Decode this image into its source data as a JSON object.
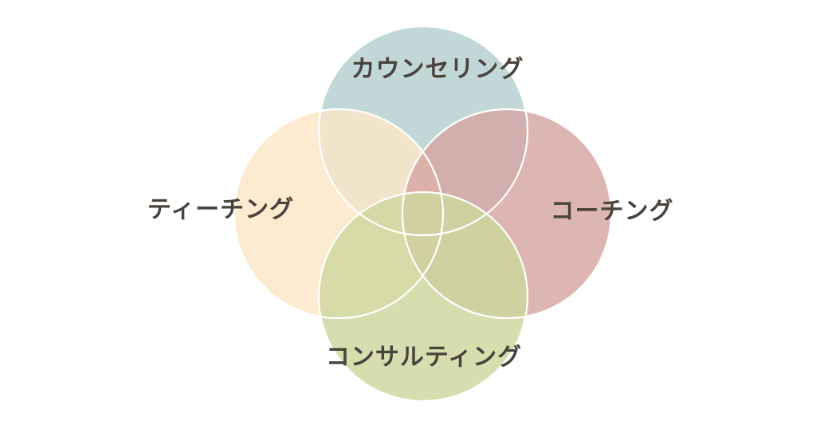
{
  "diagram": {
    "type": "venn",
    "sets": [
      {
        "id": "counseling",
        "label": "カウンセリング",
        "color": "#b5d0cf"
      },
      {
        "id": "teaching",
        "label": "ティーチング",
        "color": "#fbe7c7"
      },
      {
        "id": "coaching",
        "label": "コーチング",
        "color": "#d6a6a2"
      },
      {
        "id": "consulting",
        "label": "コンサルティング",
        "color": "#cdd79e"
      }
    ],
    "outline_color": "#ffffff"
  }
}
